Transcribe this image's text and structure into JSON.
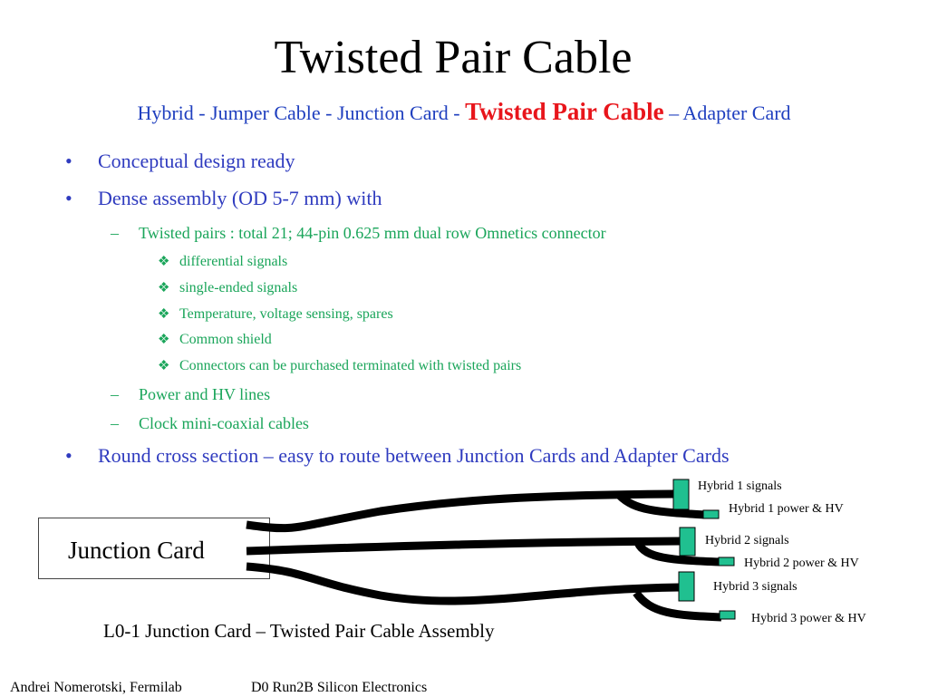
{
  "slide": {
    "title": "Twisted Pair Cable",
    "subtitle": {
      "prefix": "Hybrid - Jumper Cable  - Junction Card - ",
      "highlight": "Twisted Pair Cable",
      "suffix": " – Adapter Card"
    },
    "colors": {
      "subtitle": "#1f3fbf",
      "highlight": "#e8151b",
      "level1": "#2f3bbf",
      "level2": "#1aa55a",
      "connector": "#20c090"
    },
    "bullets": {
      "b1": "Conceptual design ready",
      "b2": "Dense assembly (OD 5-7 mm) with",
      "b2_sub1": "Twisted pairs : total 21; 44-pin 0.625 mm dual row Omnetics connector",
      "b2_sub1_items": [
        "differential signals",
        "single-ended signals",
        "Temperature, voltage sensing, spares",
        "Common shield",
        "Connectors can be purchased terminated with twisted pairs"
      ],
      "b2_sub2": "Power and HV lines",
      "b2_sub3": "Clock mini-coaxial cables",
      "b3": "Round cross section – easy to route between Junction Cards and Adapter Cards"
    },
    "markers": {
      "level1": "•",
      "level2": "–",
      "level3": "❖"
    }
  },
  "diagram": {
    "junction_card": "Junction Card",
    "labels": {
      "h1_signals": "Hybrid 1 signals",
      "h1_power": "Hybrid 1 power & HV",
      "h2_signals": "Hybrid 2 signals",
      "h2_power": "Hybrid 2 power & HV",
      "h3_signals": "Hybrid 3 signals",
      "h3_power": "Hybrid 3 power & HV"
    },
    "caption": "L0-1 Junction Card – Twisted Pair Cable Assembly"
  },
  "footer": {
    "author": "Andrei Nomerotski, Fermilab",
    "project": "D0 Run2B Silicon Electronics"
  }
}
